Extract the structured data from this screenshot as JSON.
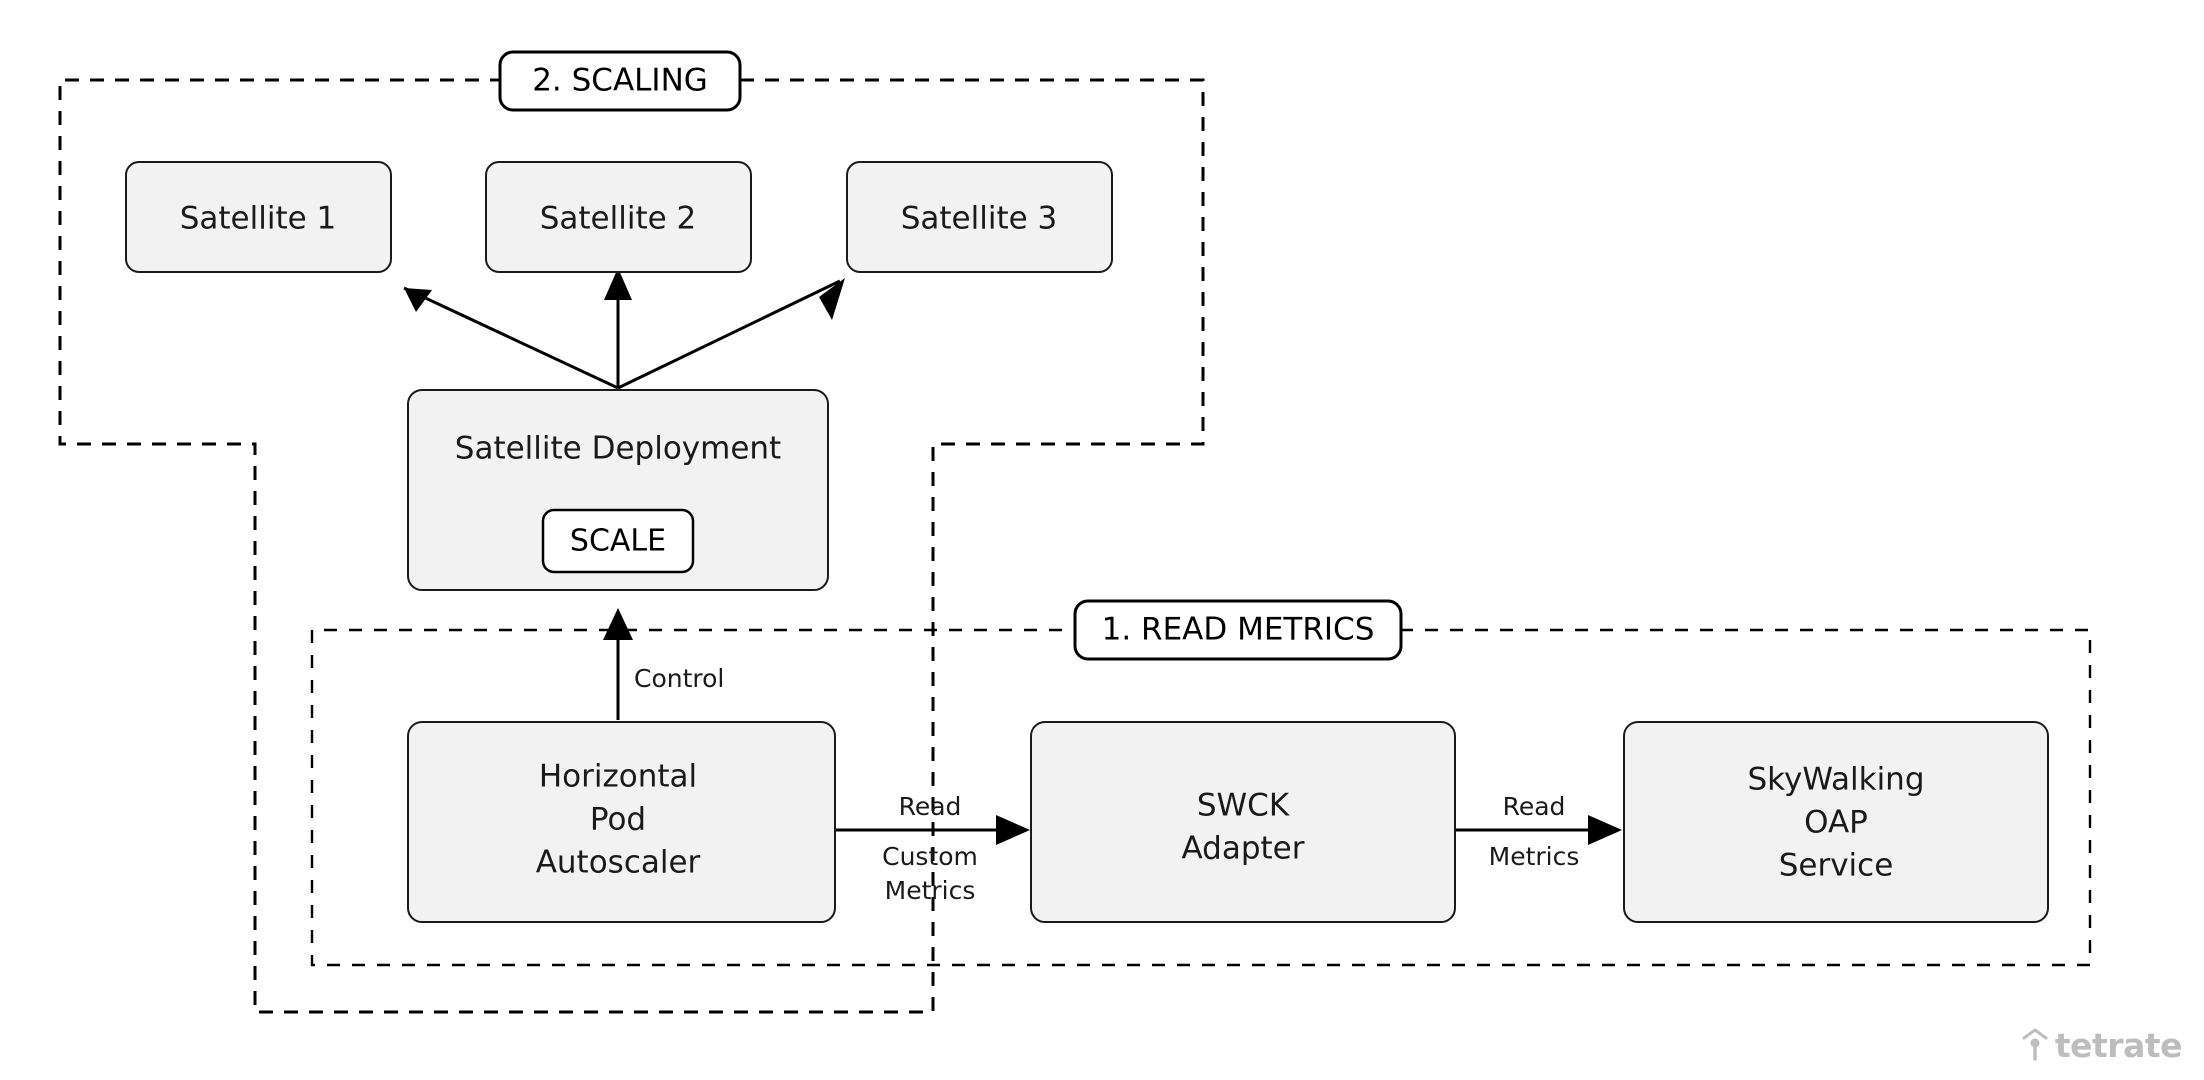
{
  "diagram": {
    "title": "SkyWalking Satellite autoscaling flow",
    "background": "#ffffff",
    "node_fill": "#f2f2f2",
    "node_stroke": "#1a1a1a",
    "badge_fill": "#ffffff",
    "text_color": "#1a1a1a",
    "brand_color": "#bdbdbd"
  },
  "regions": [
    {
      "id": "scaling",
      "label": "2. SCALING"
    },
    {
      "id": "read_metrics",
      "label": "1. READ METRICS"
    }
  ],
  "nodes": {
    "satellite_1": {
      "label": "Satellite 1"
    },
    "satellite_2": {
      "label": "Satellite 2"
    },
    "satellite_3": {
      "label": "Satellite 3"
    },
    "satellite_deployment": {
      "label": "Satellite Deployment",
      "badge": "SCALE"
    },
    "hpa": {
      "lines": [
        "Horizontal",
        "Pod",
        "Autoscaler"
      ]
    },
    "swck_adapter": {
      "lines": [
        "SWCK",
        "Adapter"
      ]
    },
    "oap_service": {
      "lines": [
        "SkyWalking",
        "OAP",
        "Service"
      ]
    }
  },
  "edges": {
    "control": {
      "label": "Control"
    },
    "read_custom_metrics": {
      "label_above": "Read",
      "label_below_1": "Custom",
      "label_below_2": "Metrics"
    },
    "read_metrics": {
      "label_above": "Read",
      "label_below": "Metrics"
    }
  },
  "brand": {
    "name": "tetrate",
    "icon": "tetrate-logo-icon"
  }
}
